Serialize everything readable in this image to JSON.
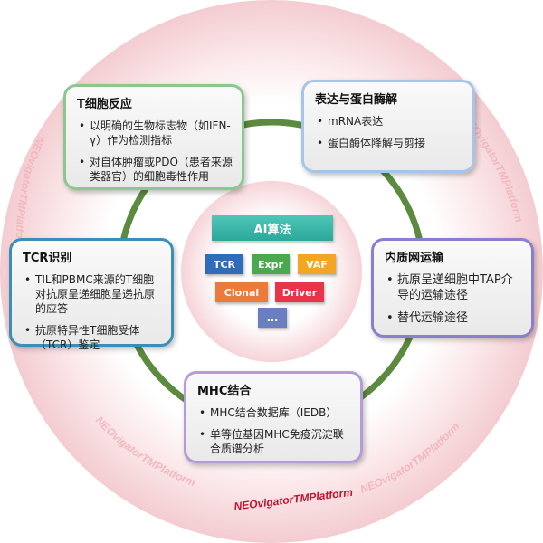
{
  "center": {
    "ai_label": "AI算法",
    "chips": [
      "TCR",
      "Expr",
      "VAF",
      "Clonal",
      "Driver",
      "..."
    ]
  },
  "cards": {
    "t_cell": {
      "title": "T细胞反应",
      "items": [
        "以明确的生物标志物（如IFN-γ）作为检测指标",
        "对自体肿瘤或PDO（患者来源类器官）的细胞毒性作用"
      ]
    },
    "expression": {
      "title": "表达与蛋白酶解",
      "items": [
        "mRNA表达",
        "蛋白酶体降解与剪接"
      ]
    },
    "tcr": {
      "title": "TCR识别",
      "items": [
        "TIL和PBMC来源的T细胞对抗原呈递细胞呈递抗原的应答",
        "抗原特异性T细胞受体（TCR）鉴定"
      ]
    },
    "er_transport": {
      "title": "内质网运输",
      "items": [
        "抗原呈递细胞中TAP介导的运输途径",
        "替代运输途径"
      ]
    },
    "mhc": {
      "title": "MHC结合",
      "items": [
        "MHC结合数据库（IEDB）",
        "单等位基因MHC免疫沉淀联合质谱分析"
      ]
    }
  },
  "watermark": "NEOvigatorTMPlatform",
  "colors": {
    "ring": "#5c8a3e",
    "halo_edge": "#f3ccd0",
    "watermark": "#f2b8bf",
    "watermark_main": "#c4122f"
  }
}
